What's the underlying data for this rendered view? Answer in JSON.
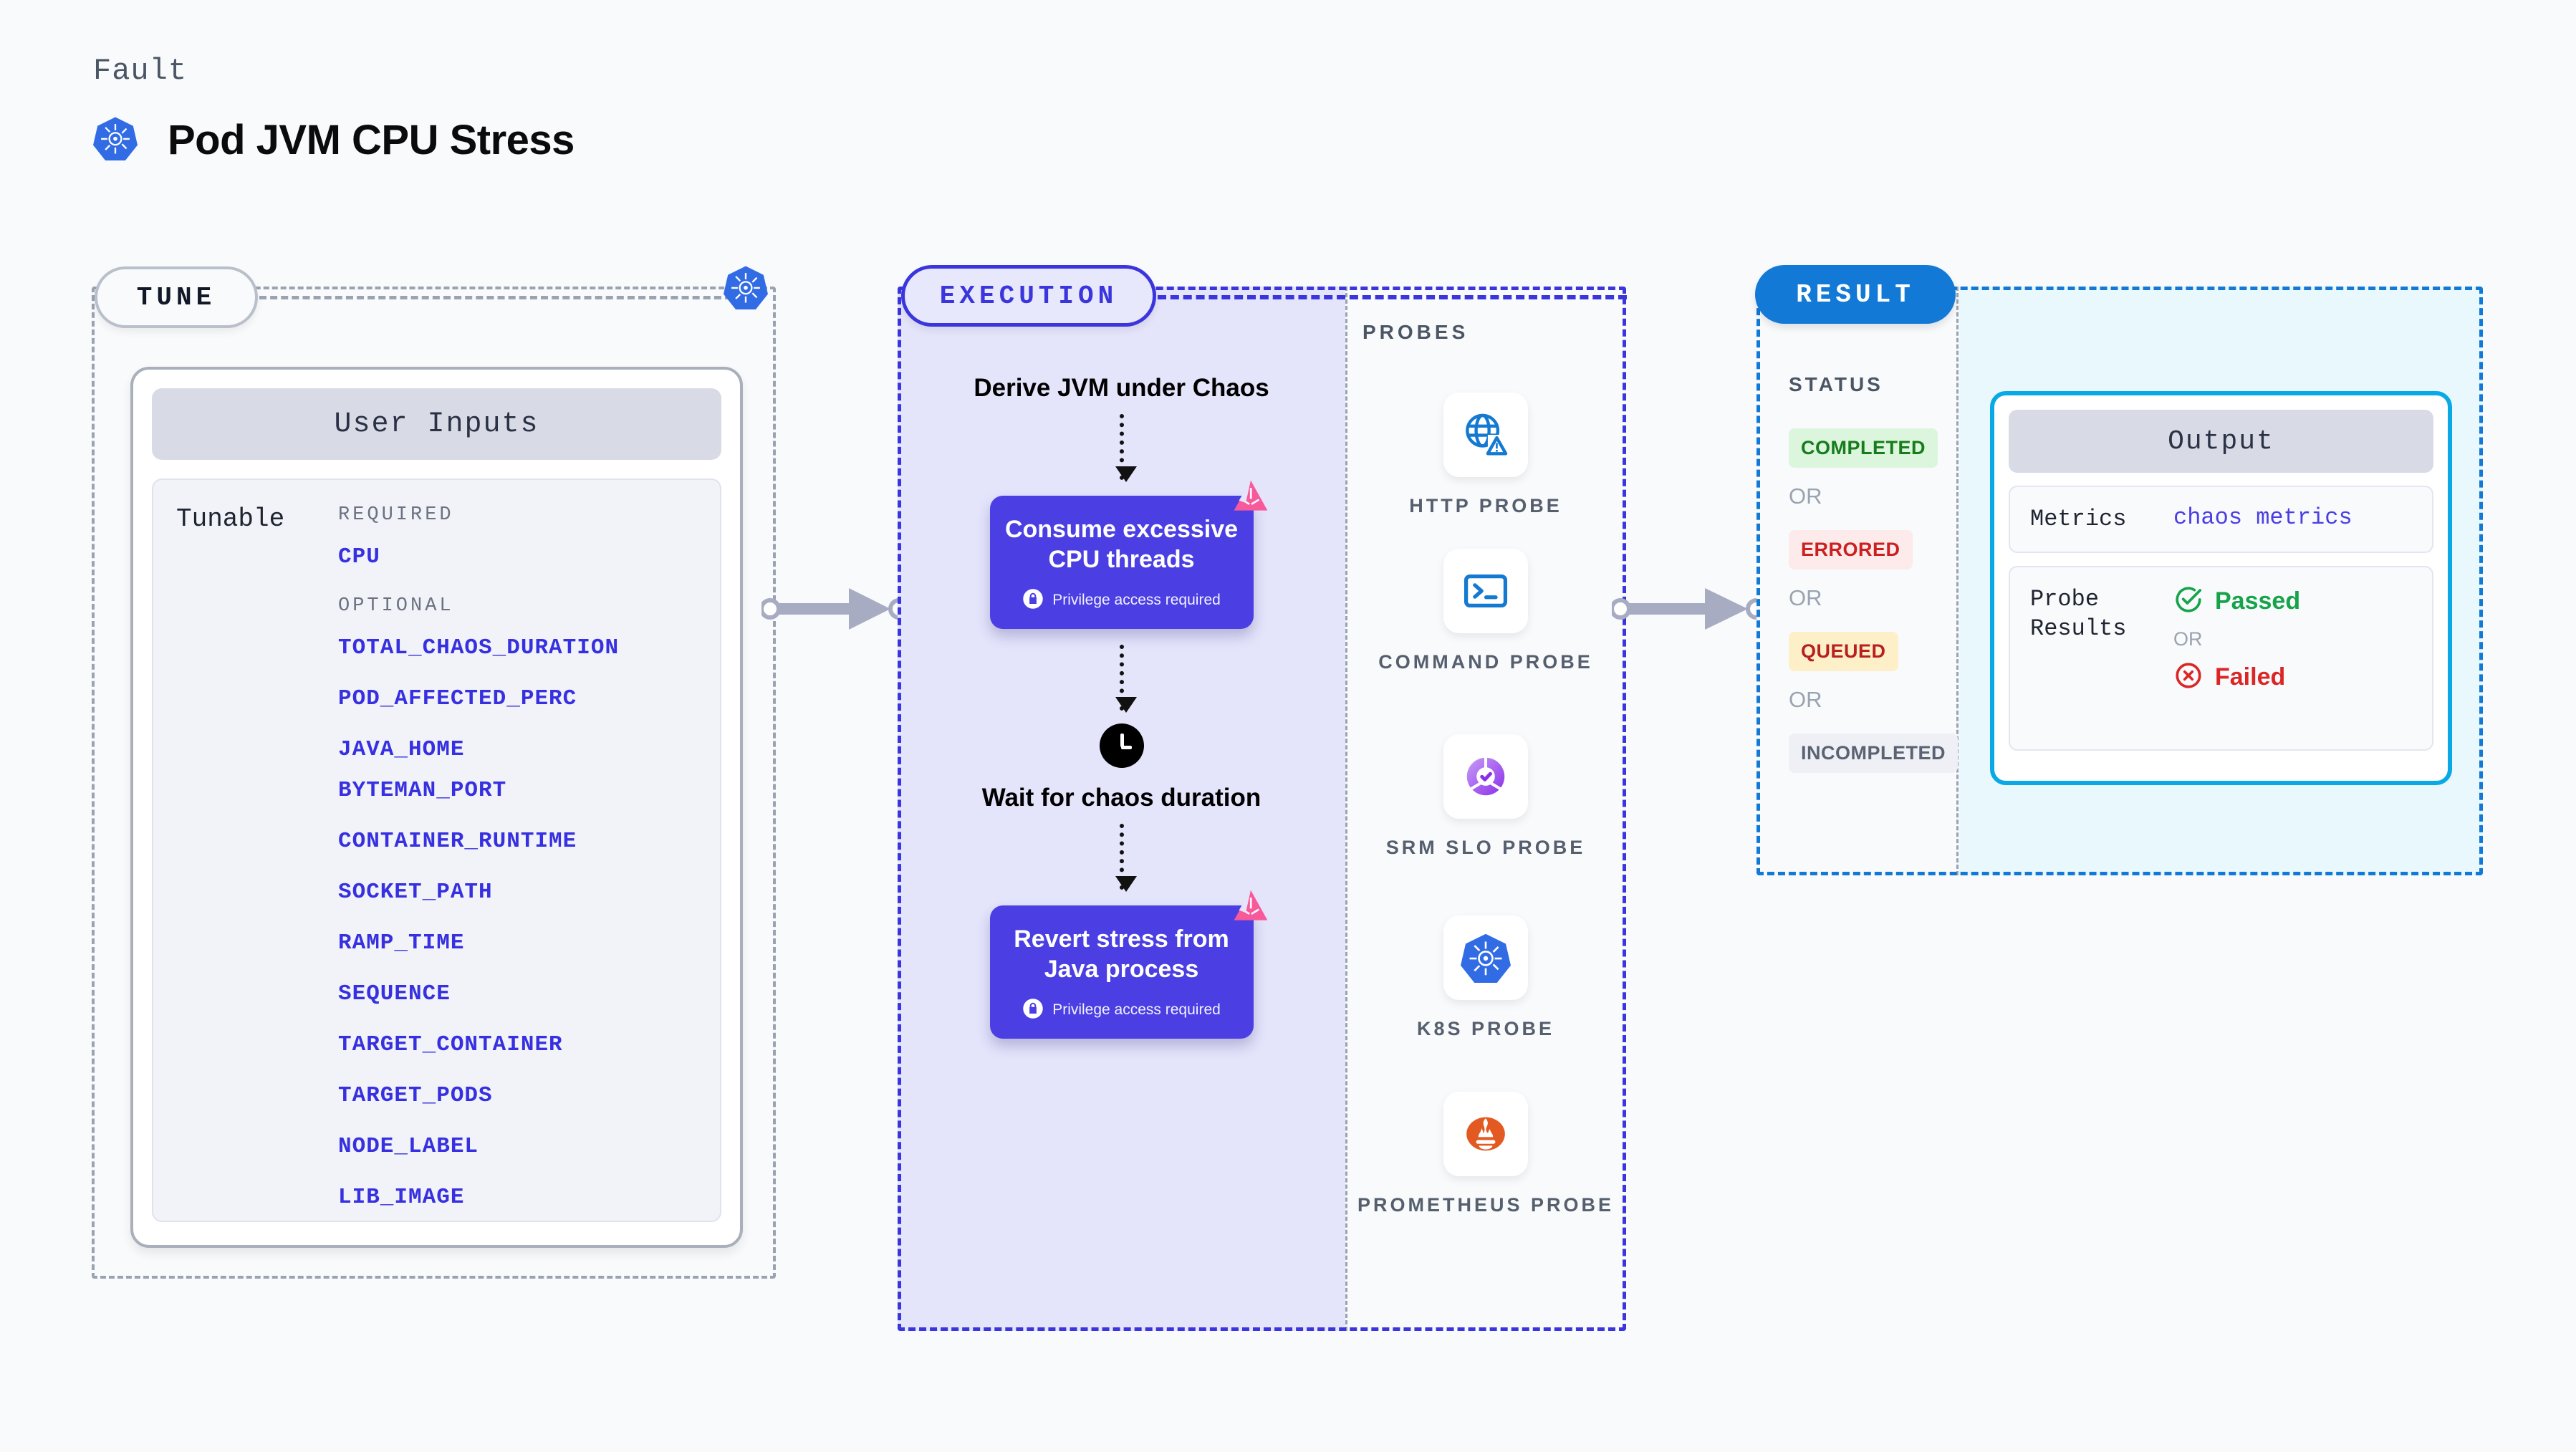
{
  "header": {
    "fault_label": "Fault",
    "title": "Pod JVM CPU Stress",
    "icon": "kubernetes-icon"
  },
  "tune": {
    "pill_label": "TUNE",
    "connector_icon": "kubernetes-icon",
    "card_title": "User Inputs",
    "tunable_label": "Tunable",
    "required_label": "REQUIRED",
    "optional_label": "OPTIONAL",
    "required_params": [
      "CPU"
    ],
    "optional_params": [
      "TOTAL_CHAOS_DURATION",
      "POD_AFFECTED_PERC",
      "JAVA_HOME",
      "BYTEMAN_PORT",
      "CONTAINER_RUNTIME",
      "SOCKET_PATH",
      "RAMP_TIME",
      "SEQUENCE",
      "TARGET_CONTAINER",
      "TARGET_PODS",
      "NODE_LABEL",
      "LIB_IMAGE"
    ]
  },
  "execution": {
    "pill_label": "EXECUTION",
    "steps": [
      {
        "type": "text",
        "label": "Derive JVM under Chaos"
      },
      {
        "type": "card",
        "label": "Consume excessive CPU threads",
        "privilege_note": "Privilege access required",
        "badge_icon": "litmus-chaos-icon",
        "lock_icon": "lock-icon"
      },
      {
        "type": "text",
        "label": "Wait for chaos duration",
        "icon": "clock-icon"
      },
      {
        "type": "card",
        "label": "Revert stress from Java process",
        "privilege_note": "Privilege access required",
        "badge_icon": "litmus-chaos-icon",
        "lock_icon": "lock-icon"
      }
    ]
  },
  "probes": {
    "section_label": "PROBES",
    "items": [
      {
        "name": "HTTP PROBE",
        "icon": "globe-warning-icon"
      },
      {
        "name": "COMMAND PROBE",
        "icon": "terminal-icon"
      },
      {
        "name": "SRM SLO PROBE",
        "icon": "slo-gauge-check-icon"
      },
      {
        "name": "K8S PROBE",
        "icon": "kubernetes-icon"
      },
      {
        "name": "PROMETHEUS PROBE",
        "icon": "prometheus-icon"
      }
    ]
  },
  "result": {
    "pill_label": "RESULT",
    "status_label": "STATUS",
    "or_label": "OR",
    "statuses": [
      {
        "label": "COMPLETED",
        "bg": "#dcf5dd",
        "fg": "#167c1c"
      },
      {
        "label": "ERRORED",
        "bg": "#fdeaea",
        "fg": "#cc1f1f"
      },
      {
        "label": "QUEUED",
        "bg": "#fdf0c8",
        "fg": "#b81f1f"
      },
      {
        "label": "INCOMPLETED",
        "bg": "#eef0f5",
        "fg": "#5b6373"
      }
    ],
    "output": {
      "header": "Output",
      "metrics_key": "Metrics",
      "metrics_value": "chaos metrics",
      "probe_results_key": "Probe Results",
      "passed_label": "Passed",
      "failed_label": "Failed",
      "or_label": "OR",
      "passed_icon": "check-circle-icon",
      "failed_icon": "x-circle-icon"
    }
  },
  "colors": {
    "page_bg": "#f8fafc",
    "tune_dash": "#9aa3b0",
    "execution_accent": "#3b35dd",
    "execution_fill": "#e4e4fb",
    "execution_card": "#4b3fe4",
    "result_accent": "#1279d6",
    "output_accent": "#09a9e6",
    "output_fill": "#e9f8fd",
    "param_blue": "#3730e0",
    "litmus_pink": "#f8599a",
    "k8s_blue": "#326ce5"
  },
  "connectors": {
    "arrow_1": "tune-to-execution",
    "arrow_2": "execution-to-result"
  }
}
